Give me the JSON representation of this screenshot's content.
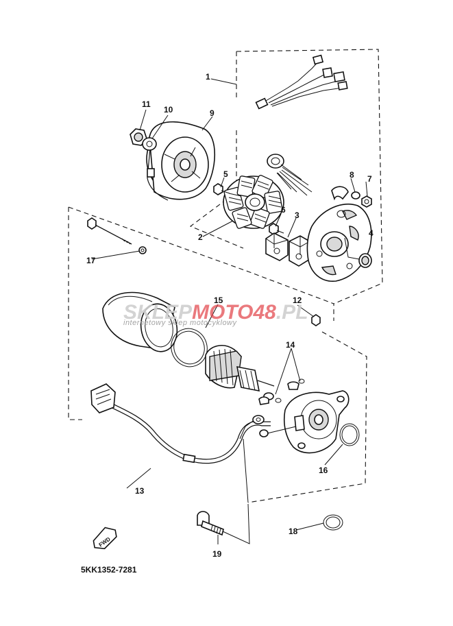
{
  "diagram": {
    "part_code": "5KK1352-7281",
    "fwd_label": "FWD",
    "watermark": {
      "brand_left": "SKLEP",
      "brand_right": "MOTO48",
      "brand_suffix": ".PL",
      "tagline": "internetowy sklep motocyklowy"
    },
    "callouts": [
      {
        "id": "c1",
        "label": "1"
      },
      {
        "id": "c2",
        "label": "2"
      },
      {
        "id": "c3",
        "label": "3"
      },
      {
        "id": "c4",
        "label": "4"
      },
      {
        "id": "c5",
        "label": "5"
      },
      {
        "id": "c6",
        "label": "6"
      },
      {
        "id": "c7",
        "label": "7"
      },
      {
        "id": "c8",
        "label": "8"
      },
      {
        "id": "c9",
        "label": "9"
      },
      {
        "id": "c10",
        "label": "10"
      },
      {
        "id": "c11",
        "label": "11"
      },
      {
        "id": "c12",
        "label": "12"
      },
      {
        "id": "c13",
        "label": "13"
      },
      {
        "id": "c14",
        "label": "14"
      },
      {
        "id": "c15",
        "label": "15"
      },
      {
        "id": "c16",
        "label": "16"
      },
      {
        "id": "c17",
        "label": "17"
      },
      {
        "id": "c18",
        "label": "18"
      },
      {
        "id": "c19",
        "label": "19"
      }
    ],
    "colors": {
      "line": "#111111",
      "watermark_gray": "#c8c8c8",
      "watermark_red": "#d8282f"
    }
  }
}
